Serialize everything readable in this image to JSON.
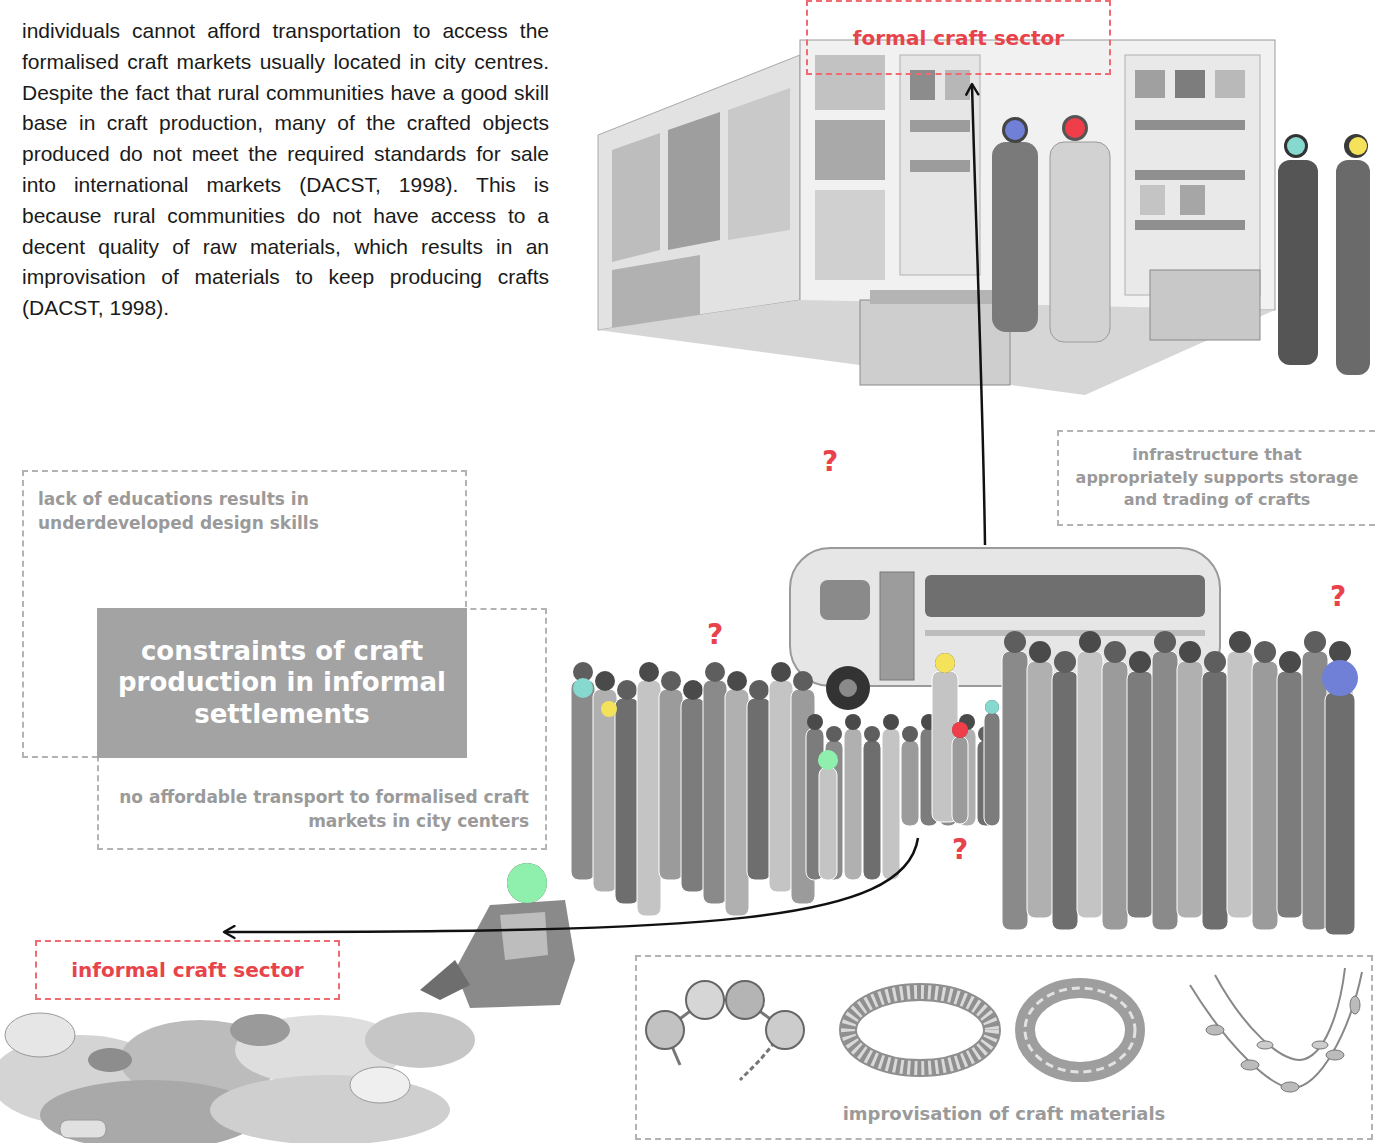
{
  "diagram": {
    "nodes": [
      {
        "text": [
          "formal craft sector"
        ]
      },
      {
        "text": [
          "infrastructure that appropriately supports storage and trading of crafts"
        ]
      },
      {
        "text": [
          "lack of educations results in underdeveloped design skills"
        ]
      },
      {
        "text": [
          "constraints of craft production in informal settlements"
        ]
      },
      {
        "text": [
          "no affordable transport to formalised craft markets in city centers"
        ]
      },
      {
        "text": [
          "informal craft sector"
        ]
      },
      {
        "text": [
          "improvisation of craft materials"
        ]
      }
    ],
    "labels": [
      "individuals cannot afford transportation to access the formalised craft markets usually located in city centres. Despite the fact that rural communities have a good skill base in craft production, many of the crafted objects produced do not meet the required standards for sale into international markets (DACST, 1998). This is because rural communities do not have access to a decent quality of raw materials, which results in an improvisation of materials to keep producing crafts (DACST, 1998).",
      "?",
      "?",
      "?",
      "?"
    ]
  }
}
